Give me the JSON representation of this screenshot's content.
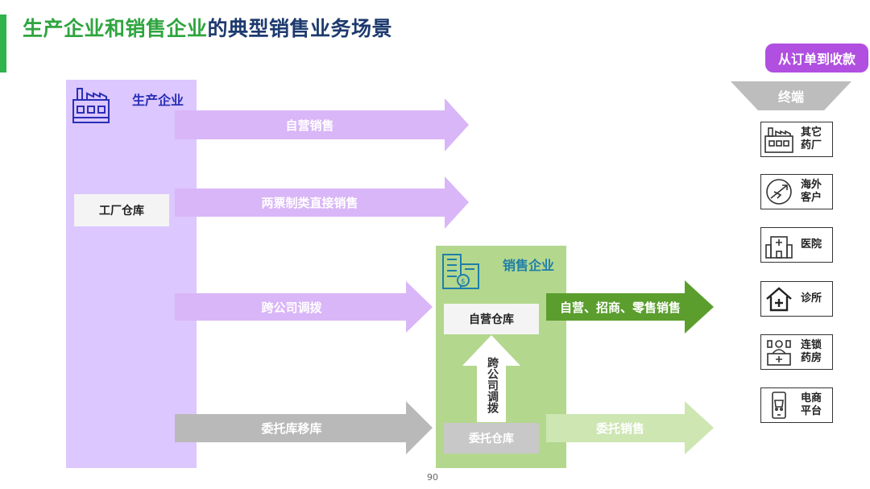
{
  "title": {
    "part1": "生产企业和销售企业",
    "part2": "的典型销售业务场景"
  },
  "badge": "从订单到收款",
  "production": {
    "label": "生产企业",
    "warehouse": "工厂仓库"
  },
  "sales": {
    "label": "销售企业",
    "own_warehouse": "自营仓库",
    "consign_warehouse": "委托仓库",
    "transfer_label": "跨公司调拨"
  },
  "arrows": {
    "self_sales": "自营销售",
    "two_invoice": "两票制类直接销售",
    "cross_transfer": "跨公司调拨",
    "consign_move": "委托库移库",
    "retail": "自营、招商、零售销售",
    "consign_sales": "委托销售"
  },
  "terminal": {
    "header": "终端",
    "items": [
      {
        "label": "其它药厂",
        "icon": "factory-icon"
      },
      {
        "label": "海外客户",
        "icon": "globe-plane-icon"
      },
      {
        "label": "医院",
        "icon": "hospital-icon"
      },
      {
        "label": "诊所",
        "icon": "clinic-icon"
      },
      {
        "label": "连锁药房",
        "icon": "pharmacy-icon"
      },
      {
        "label": "电商平台",
        "icon": "ecommerce-icon"
      }
    ]
  },
  "page_number": "90",
  "colors": {
    "title_green": "#2fa53f",
    "title_navy": "#1d3a6e",
    "badge_purple": "#b04fe0",
    "production_panel": "#dcc7ff",
    "sales_panel": "#b4d78e",
    "arrow_purple": "#d9b6f7",
    "arrow_grey": "#b9b9b9",
    "arrow_green": "#5b9e2e",
    "arrow_light_green": "#cde6b2"
  }
}
